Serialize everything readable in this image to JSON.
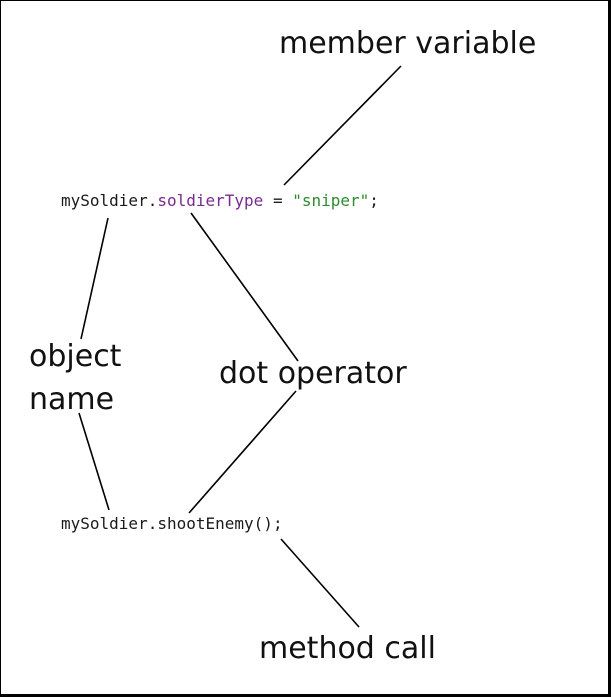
{
  "code": {
    "line1": {
      "object": "mySoldier",
      "dot": ".",
      "member": "soldierType",
      "assign": " = ",
      "string": "\"sniper\"",
      "end": ";"
    },
    "line2": {
      "object": "mySoldier",
      "dot": ".",
      "method": "shootEnemy();"
    }
  },
  "labels": {
    "member_variable": "member variable",
    "object_name_line1": "object",
    "object_name_line2": "name",
    "dot_operator": "dot operator",
    "method_call": "method call"
  },
  "colors": {
    "member": "#7a2a8f",
    "string": "#2e8b2e",
    "text": "#1a1a1a",
    "border": "#000000"
  }
}
